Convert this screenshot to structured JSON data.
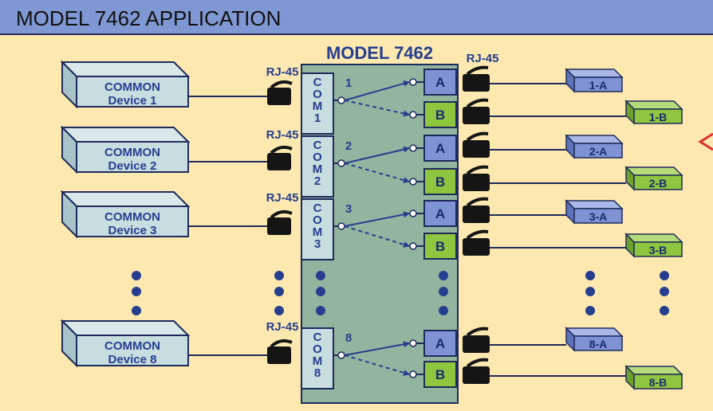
{
  "title": "MODEL 7462 APPLICATION",
  "model_label": "MODEL 7462",
  "connector_label": "RJ-45",
  "com_letters": [
    "C",
    "O",
    "M"
  ],
  "dots": "•",
  "rows": [
    {
      "device_line1": "COMMON",
      "device_line2": "Device 1",
      "com_num": "1",
      "port_num": "1",
      "port_a": "A",
      "port_b": "B",
      "out_a": "1-A",
      "out_b": "1-B"
    },
    {
      "device_line1": "COMMON",
      "device_line2": "Device 2",
      "com_num": "2",
      "port_num": "2",
      "port_a": "A",
      "port_b": "B",
      "out_a": "2-A",
      "out_b": "2-B"
    },
    {
      "device_line1": "COMMON",
      "device_line2": "Device 3",
      "com_num": "3",
      "port_num": "3",
      "port_a": "A",
      "port_b": "B",
      "out_a": "3-A",
      "out_b": "3-B"
    },
    {
      "device_line1": "COMMON",
      "device_line2": "Device 8",
      "com_num": "8",
      "port_num": "8",
      "port_a": "A",
      "port_b": "B",
      "out_a": "8-A",
      "out_b": "8-B"
    }
  ],
  "colors": {
    "background": "#fde9b0",
    "title_bar": "#7f97d3",
    "model_box": "#93b5a0",
    "device_box": "#c8dde0",
    "port_a": "#7f93d4",
    "port_b": "#8fc63f",
    "text_blue": "#263e8f",
    "line": "#1f2a5c"
  }
}
